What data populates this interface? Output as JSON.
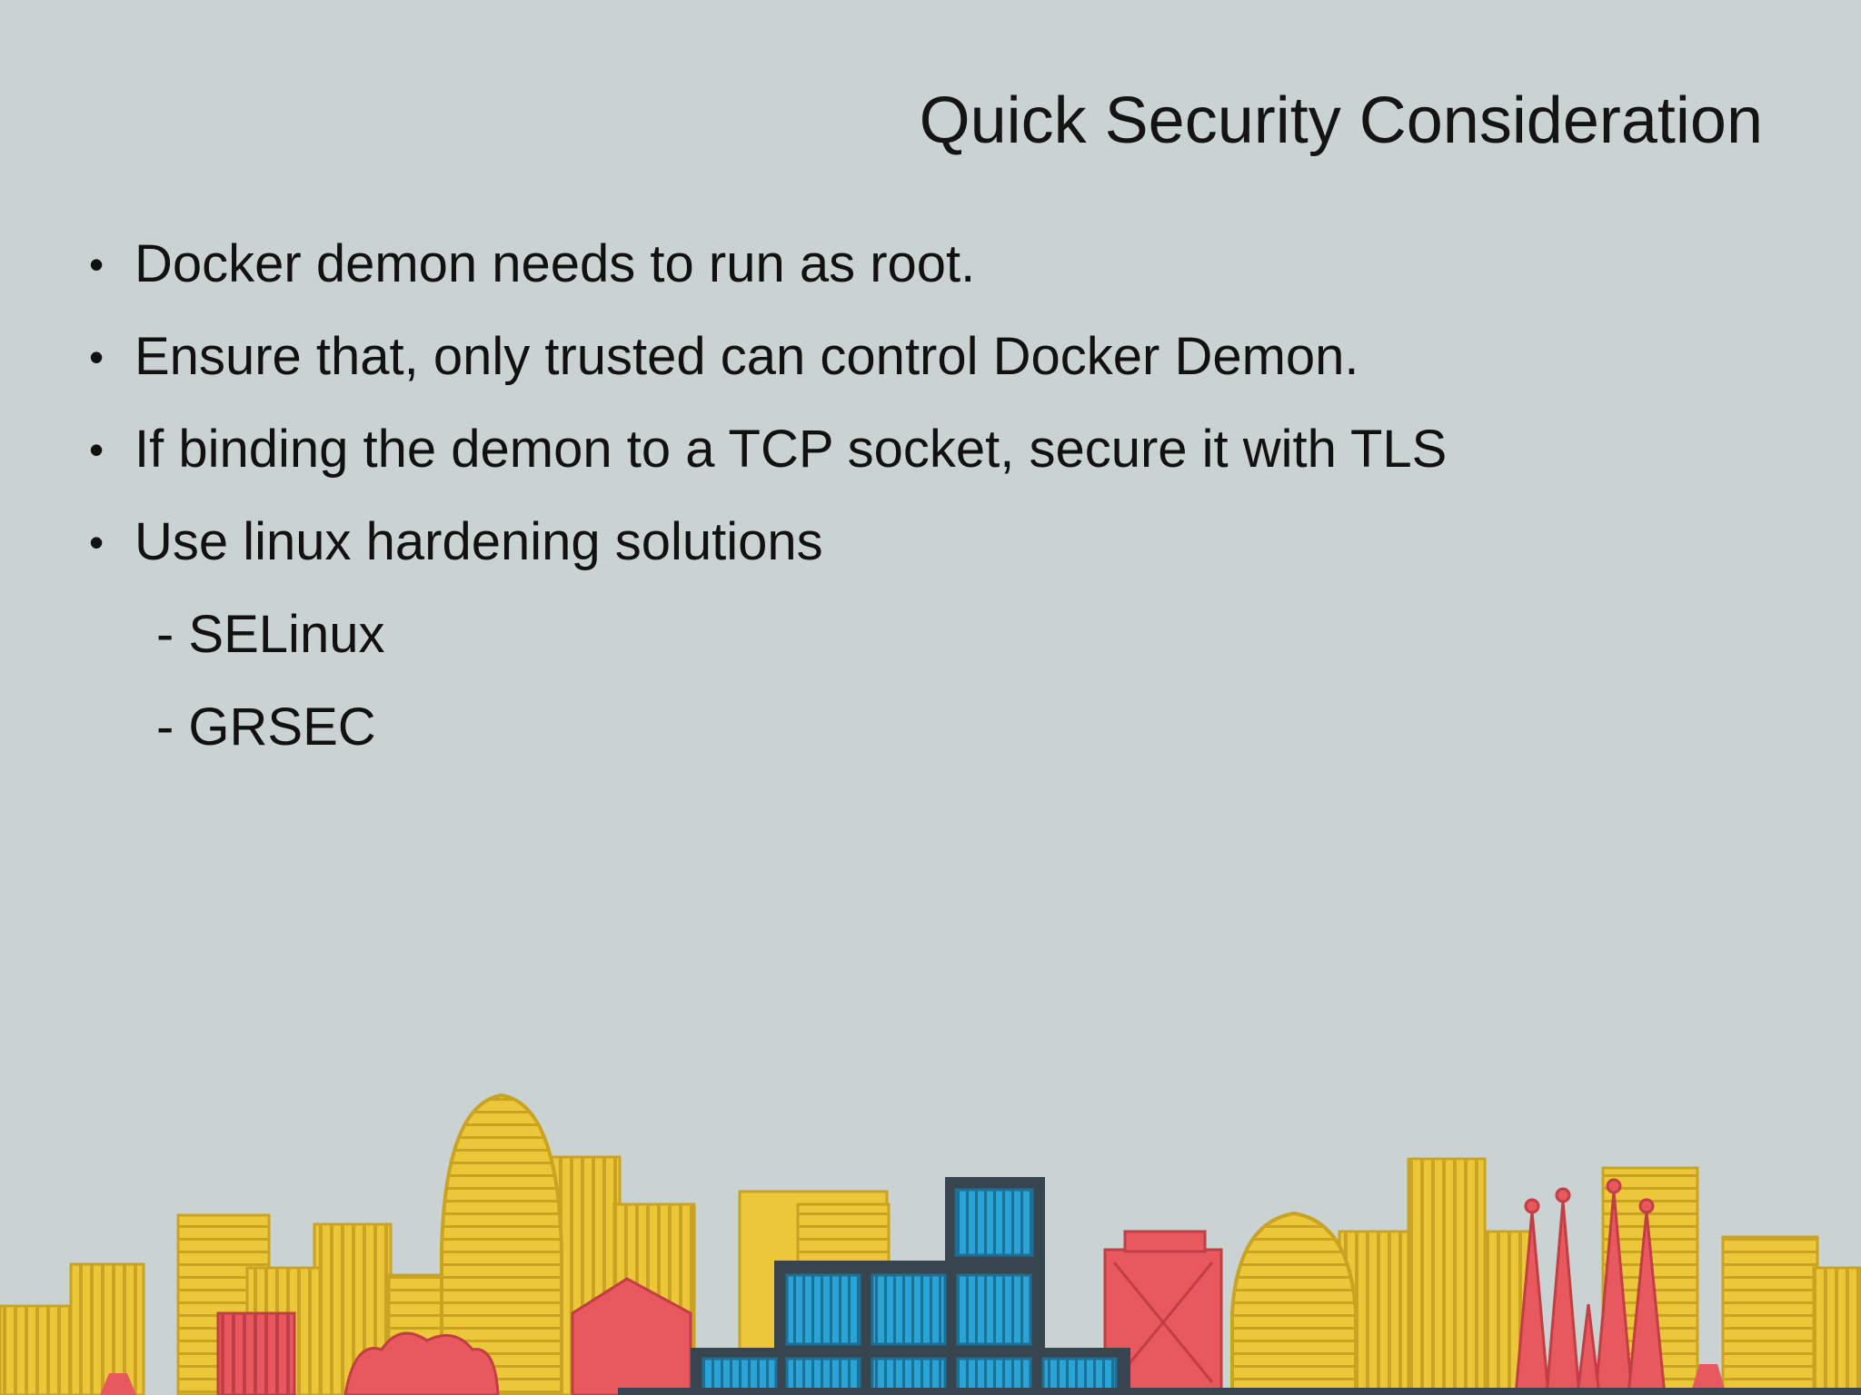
{
  "slide": {
    "title": "Quick Security Consideration",
    "bullets": [
      "Docker demon needs to run as root.",
      "Ensure that, only trusted can control Docker Demon.",
      "If binding the demon to a TCP socket, secure it with TLS",
      "Use linux hardening solutions"
    ],
    "sub_items": [
      "- SELinux",
      "- GRSEC"
    ],
    "bullet_glyph": "•"
  },
  "colors": {
    "background": "#cad3d1",
    "building_yellow": "#edc73a",
    "building_yellow_line": "#c9a321",
    "building_red": "#e8595f",
    "container_blue": "#2aa3d6",
    "container_dark": "#36454e",
    "text": "#111111"
  }
}
